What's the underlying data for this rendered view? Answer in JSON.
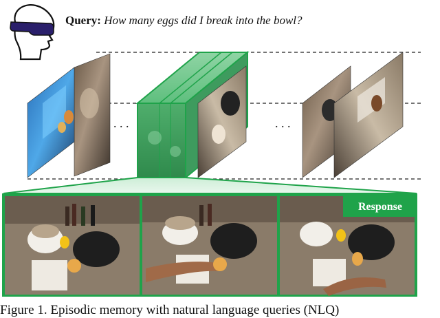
{
  "query": {
    "label": "Query:",
    "text": "How many eggs did I break into the bowl?"
  },
  "figure": {
    "response_label": "Response",
    "ellipsis_left": ". . .",
    "ellipsis_right": ". . .",
    "colors": {
      "accent_green": "#1fa34a",
      "highlight_fill": "#5bbd7a",
      "dash": "#222222",
      "headset": "#2a1f6b"
    },
    "icons": [
      "user-head-icon",
      "vr-headset-icon"
    ]
  },
  "caption": {
    "text": "Figure 1. Episodic memory with natural language queries (NLQ)"
  }
}
